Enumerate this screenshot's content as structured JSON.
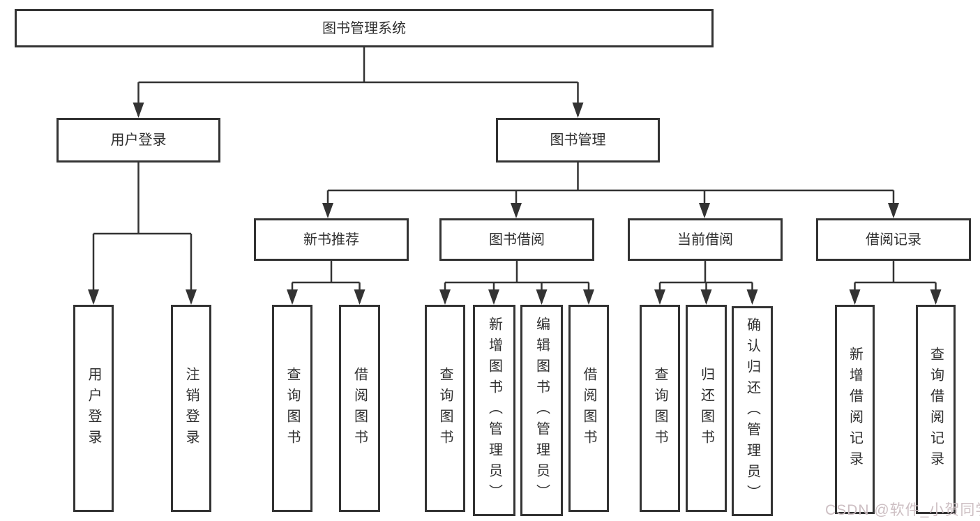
{
  "diagram_title": "图书管理系统",
  "colors": {
    "line": "#333333",
    "box_border": "#333333",
    "text": "#2f2f2f",
    "background": "#ffffff",
    "watermark": "#cdbfc3"
  },
  "tree": {
    "label": "图书管理系统",
    "children": [
      {
        "label": "用户登录",
        "children": [
          {
            "label": "用户登录"
          },
          {
            "label": "注销登录"
          }
        ]
      },
      {
        "label": "图书管理",
        "children": [
          {
            "label": "新书推荐",
            "children": [
              {
                "label": "查询图书"
              },
              {
                "label": "借阅图书"
              }
            ]
          },
          {
            "label": "图书借阅",
            "children": [
              {
                "label": "查询图书"
              },
              {
                "label": "新增图书（管理员）"
              },
              {
                "label": "编辑图书（管理员）"
              },
              {
                "label": "借阅图书"
              }
            ]
          },
          {
            "label": "当前借阅",
            "children": [
              {
                "label": "查询图书"
              },
              {
                "label": "归还图书"
              },
              {
                "label": "确认归还（管理员）"
              }
            ]
          },
          {
            "label": "借阅记录",
            "children": [
              {
                "label": "新增借阅记录"
              },
              {
                "label": "查询借阅记录"
              }
            ]
          }
        ]
      }
    ]
  },
  "watermark": "CSDN @软件_小贺同学"
}
